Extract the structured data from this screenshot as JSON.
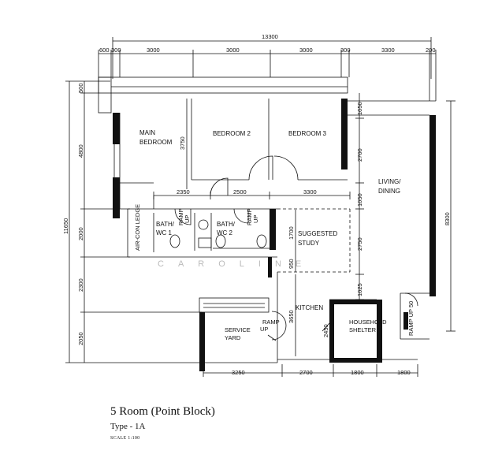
{
  "dimensions": {
    "overall_top": "13300",
    "top": [
      "600",
      "300",
      "3000",
      "3000",
      "3000",
      "300",
      "3300",
      "200"
    ],
    "bottom": [
      "3250",
      "2700",
      "1800",
      "1800"
    ],
    "left_inner": [
      "500",
      "4800",
      "2000",
      "2300",
      "2050"
    ],
    "left_overall": "11650",
    "interior_row": [
      "2350",
      "2500",
      "3300"
    ],
    "bedroom_depth": "3750",
    "right_inner": [
      "1050",
      "2700",
      "1050",
      "2750",
      "1025"
    ],
    "right_overall": "8300",
    "study_depth": "1700",
    "passage": "950",
    "kitchen_depth": "3650",
    "shelter_depth": "2450"
  },
  "rooms": {
    "main_bedroom": [
      "MAIN",
      "BEDROOM"
    ],
    "bedroom_2": "BEDROOM 2",
    "bedroom_3": "BEDROOM 3",
    "living_dining": [
      "LIVING/",
      "DINING"
    ],
    "bath_1": [
      "BATH/",
      "WC  1"
    ],
    "bath_2": [
      "BATH/",
      "WC  2"
    ],
    "aircon_ledge": "AIR-CON LEDGE",
    "suggested_study": [
      "SUGGESTED",
      "STUDY"
    ],
    "kitchen": "KITCHEN",
    "service_yard": [
      "SERVICE",
      "YARD"
    ],
    "household_shelter": [
      "HOUSEHOLD",
      "SHELTER"
    ],
    "ramp_up": [
      "RAMP",
      "UP"
    ],
    "ramp_up_50": "RAMP UP 50"
  },
  "watermark": "CAROLINE",
  "caption": {
    "title": "5 Room (Point Block)",
    "type": "Type - 1A",
    "scale": "SCALE 1:100"
  }
}
